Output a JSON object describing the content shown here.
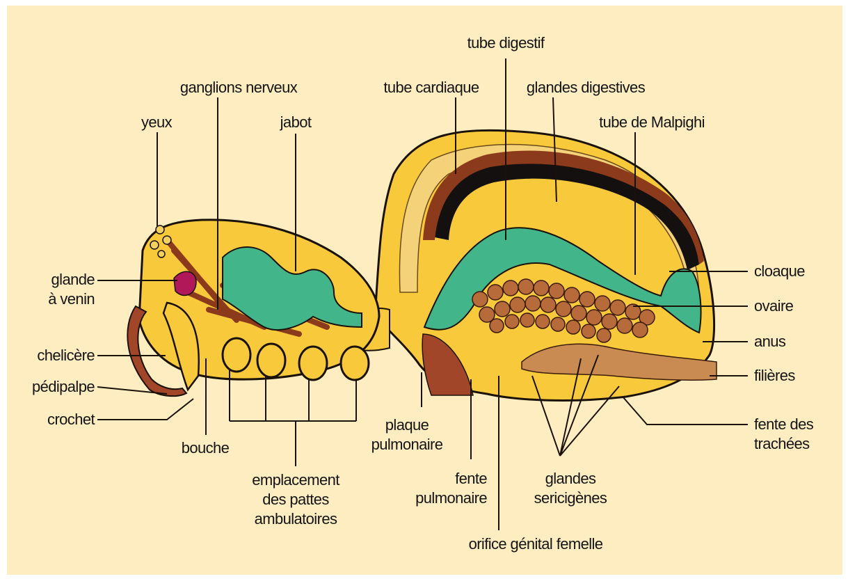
{
  "labels": {
    "tube_digestif": "tube digestif",
    "ganglions_nerveux": "ganglions nerveux",
    "tube_cardiaque": "tube cardiaque",
    "glandes_digestives": "glandes digestives",
    "yeux": "yeux",
    "jabot": "jabot",
    "tube_de_malpighi": "tube de Malpighi",
    "glande_a_venin_line1": "glande",
    "glande_a_venin_line2": "à venin",
    "cloaque": "cloaque",
    "ovaire": "ovaire",
    "chelicere": "chelicère",
    "anus": "anus",
    "pedipalpe": "pédipalpe",
    "filieres": "filières",
    "crochet": "crochet",
    "fente_des_trachees_line1": "fente des",
    "fente_des_trachees_line2": "trachées",
    "bouche": "bouche",
    "plaque_pulmonaire_line1": "plaque",
    "plaque_pulmonaire_line2": "pulmonaire",
    "fente_pulmonaire_line1": "fente",
    "fente_pulmonaire_line2": "pulmonaire",
    "glandes_sericigenes_line1": "glandes",
    "glandes_sericigenes_line2": "sericigènes",
    "emplacement_line1": "emplacement",
    "emplacement_line2": "des pattes",
    "emplacement_line3": "ambulatoires",
    "orifice_genital": "orifice génital femelle"
  },
  "colors": {
    "background": "#fdedc0",
    "body_yellow": "#f8c93a",
    "digestive_green": "#43b58a",
    "heart_black": "#141010",
    "muscle_brown": "#8c3a1c",
    "venin_red": "#b0185a",
    "ovary_brown": "#b76a3a",
    "outline": "#1a1208"
  }
}
